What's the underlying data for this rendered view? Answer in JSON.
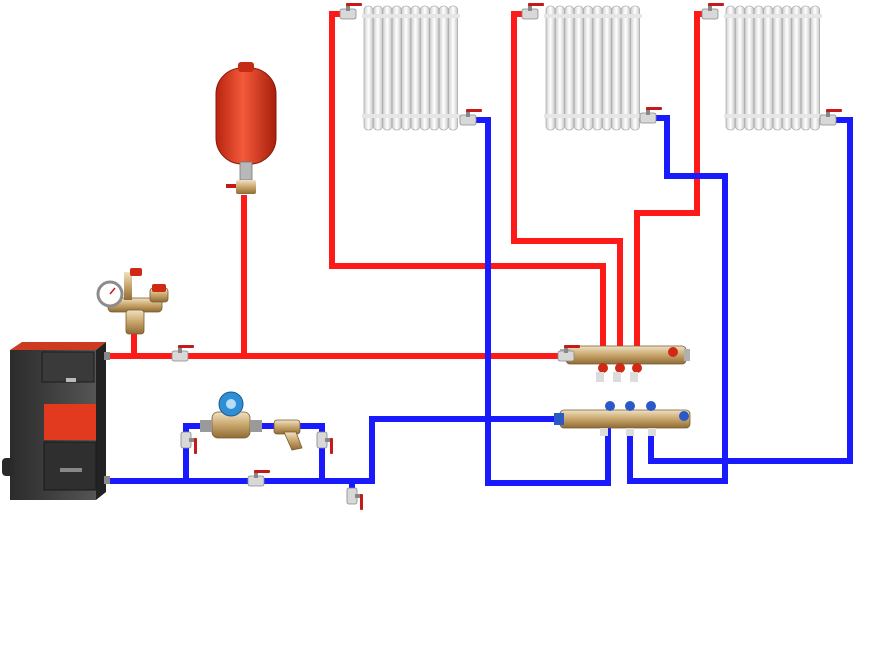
{
  "diagram": {
    "components": {
      "boiler": "solid-fuel-boiler",
      "expansion_tank": "expansion-tank",
      "safety_group": "safety-group-with-pressure-gauge",
      "pump": "circulation-pump",
      "filter": "strainer-filter",
      "supply_manifold": "supply-manifold",
      "return_manifold": "return-manifold",
      "radiators": [
        "radiator-1",
        "radiator-2",
        "radiator-3"
      ]
    },
    "colors": {
      "supply_pipe": "#ff1a1a",
      "return_pipe": "#1a1aff",
      "boiler_body": "#3b3b3b",
      "boiler_door": "#e23a1e",
      "tank": "#e03a1e",
      "brass": "#c9a36a",
      "radiator": "#f2f2f2",
      "valve_handle": "#c41a1a"
    }
  }
}
